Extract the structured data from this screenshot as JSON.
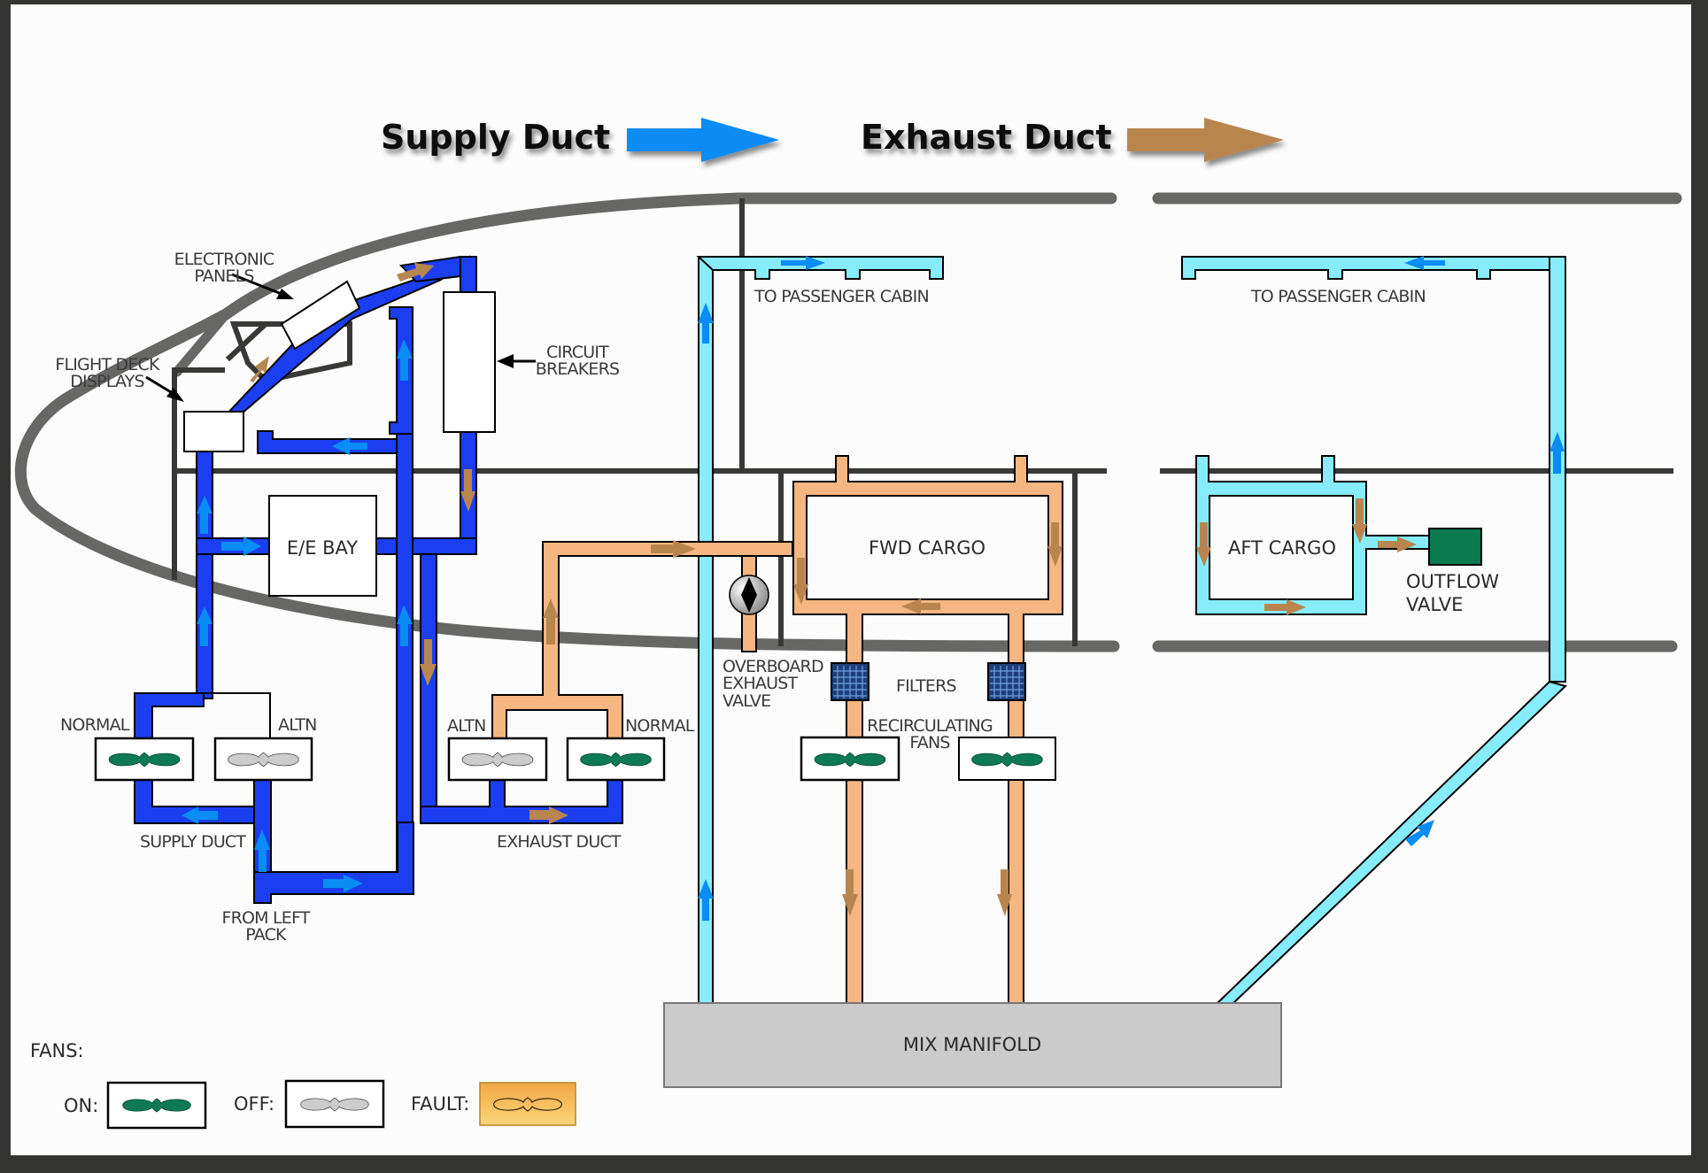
{
  "legend_header": {
    "supply_label": "Supply Duct",
    "exhaust_label": "Exhaust Duct",
    "supply_color": "#0a8cf5",
    "exhaust_color": "#b9854f"
  },
  "components": {
    "electronic_panels": [
      "ELECTRONIC",
      "PANELS"
    ],
    "flight_deck_displays": [
      "FLIGHT DECK",
      "DISPLAYS"
    ],
    "circuit_breakers": [
      "CIRCUIT",
      "BREAKERS"
    ],
    "ee_bay": "E/E BAY",
    "fwd_cargo": "FWD CARGO",
    "aft_cargo": "AFT CARGO",
    "outflow_valve": [
      "OUTFLOW",
      "VALVE"
    ],
    "overboard_exhaust_valve": [
      "OVERBOARD",
      "EXHAUST",
      "VALVE"
    ],
    "filters": "FILTERS",
    "recirculating_fans": [
      "RECIRCULATING",
      "FANS"
    ],
    "mix_manifold": "MIX MANIFOLD",
    "to_passenger_cabin_fwd": "TO PASSENGER CABIN",
    "to_passenger_cabin_aft": "TO PASSENGER CABIN",
    "supply_duct": "SUPPLY DUCT",
    "exhaust_duct": "EXHAUST DUCT",
    "from_left_pack": [
      "FROM LEFT",
      "PACK"
    ]
  },
  "fans": {
    "supply_normal": {
      "label": "NORMAL",
      "state": "on"
    },
    "supply_altn": {
      "label": "ALTN",
      "state": "off"
    },
    "exhaust_altn": {
      "label": "ALTN",
      "state": "off"
    },
    "exhaust_normal": {
      "label": "NORMAL",
      "state": "on"
    },
    "recirc_left": {
      "state": "on"
    },
    "recirc_right": {
      "state": "on"
    }
  },
  "fan_legend": {
    "title": "FANS:",
    "items": [
      {
        "label": "ON:",
        "state": "on"
      },
      {
        "label": "OFF:",
        "state": "off"
      },
      {
        "label": "FAULT:",
        "state": "fault"
      }
    ]
  },
  "colors": {
    "equipment_cooling_duct": "#1b3ff0",
    "cabin_supply_duct": "#86ecfa",
    "recirc_exhaust_duct": "#f6b681",
    "flow_arrow_supply": "#0a8cf5",
    "flow_arrow_exhaust": "#b9854f",
    "fan_on": "#0e7a55",
    "fan_off": "#cccccc",
    "fan_fault_bg": "#f4b44e",
    "outflow_valve": "#0a7a50",
    "mix_manifold": "#cbcbcb"
  }
}
